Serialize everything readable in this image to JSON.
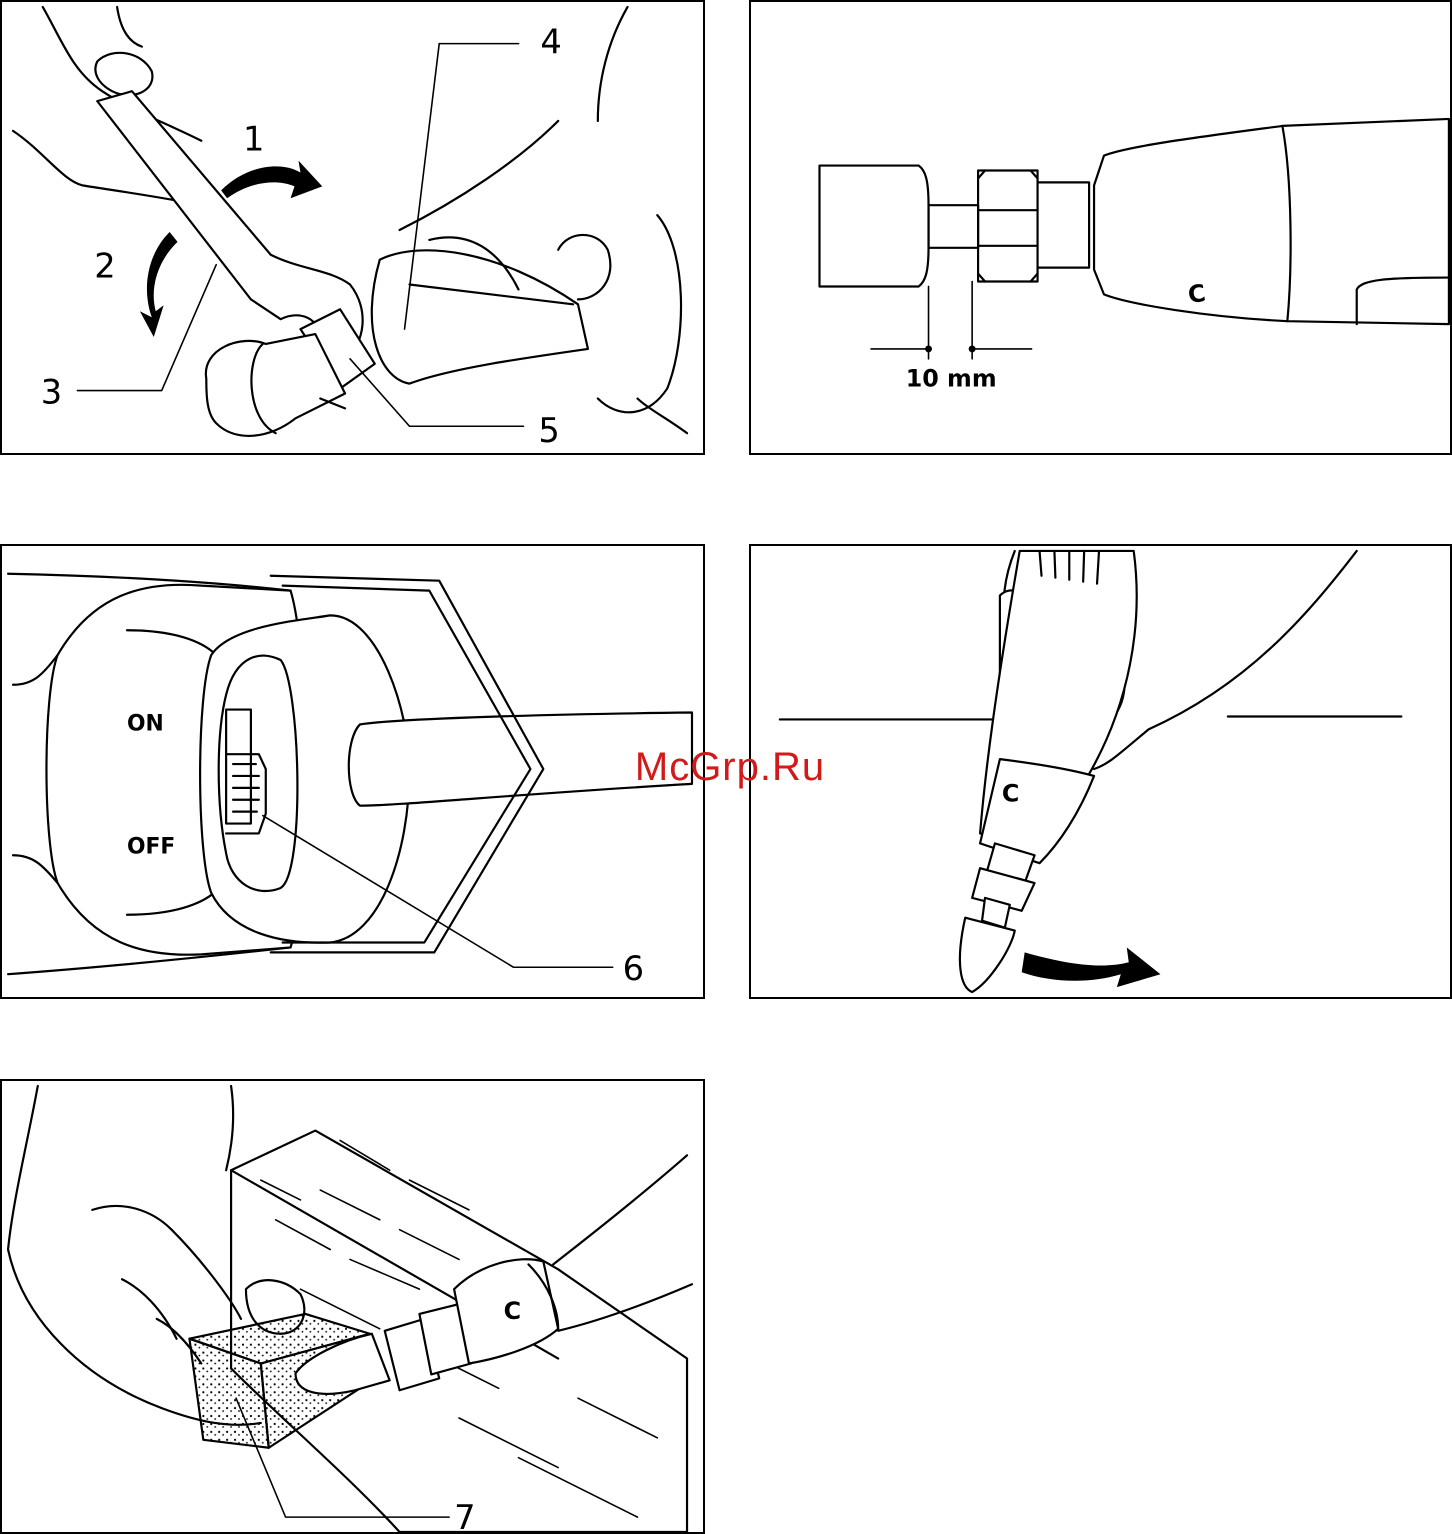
{
  "callouts": {
    "n1": "1",
    "n2": "2",
    "n3": "3",
    "n4": "4",
    "n5": "5",
    "n6": "6",
    "n7": "7"
  },
  "dimension": {
    "label": "10 mm"
  },
  "switch": {
    "on_label": "ON",
    "off_label": "OFF"
  },
  "tool_marking": "C",
  "watermark": "McGrp.Ru"
}
